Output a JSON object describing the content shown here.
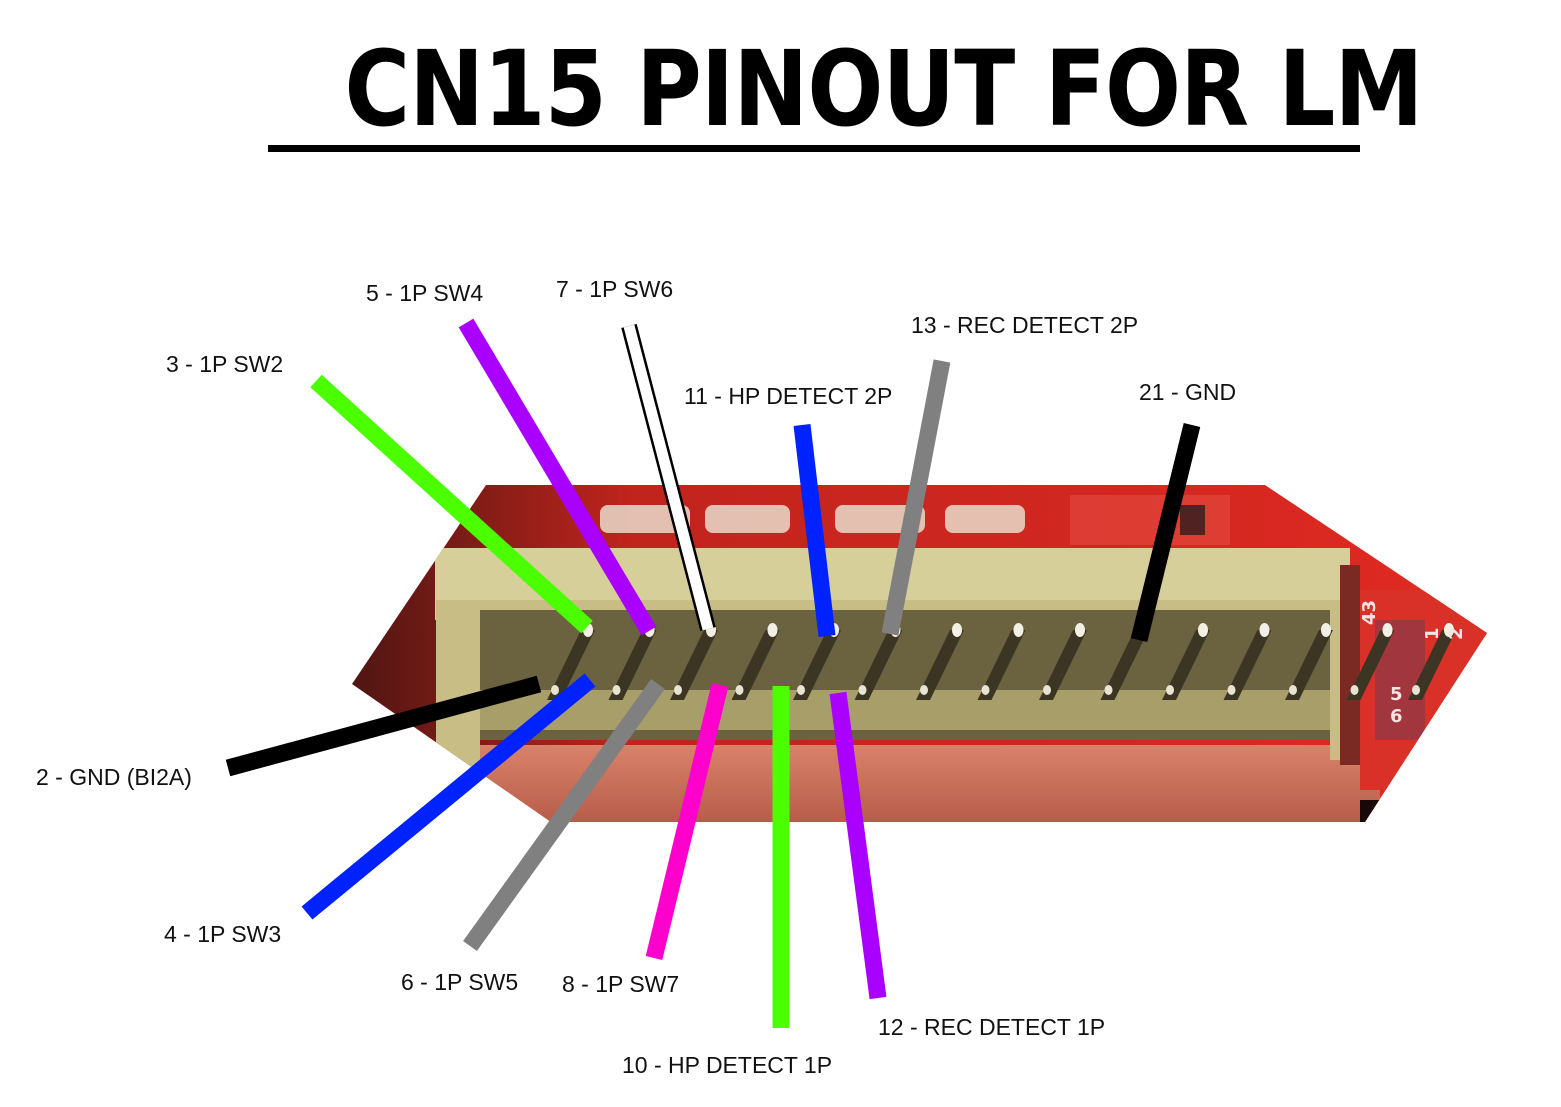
{
  "title": "CN15 PINOUT FOR LM",
  "board": {
    "description": "Photo of red PCB with beige 2-row pin header (CN15)",
    "colors": {
      "pcb": "#d8261f",
      "pcb_dark": "#5a1512",
      "header": "#cdc48e",
      "header_shadow": "#6a5f3a",
      "board_edge": "#c9705c"
    },
    "silkscreen": [
      "43",
      "1",
      "2",
      "5",
      "6"
    ]
  },
  "pins": [
    {
      "pin": "3",
      "label": "3 - 1P SW2",
      "color": "#4cff00",
      "row": "top"
    },
    {
      "pin": "5",
      "label": "5 - 1P SW4",
      "color": "#aa00ff",
      "row": "top"
    },
    {
      "pin": "7",
      "label": "7 - 1P SW6",
      "color": "#ffffff",
      "row": "top",
      "outline": "#000000"
    },
    {
      "pin": "11",
      "label": "11 - HP DETECT 2P",
      "color": "#0022ff",
      "row": "top"
    },
    {
      "pin": "13",
      "label": "13 - REC DETECT 2P",
      "color": "#808080",
      "row": "top"
    },
    {
      "pin": "21",
      "label": "21 - GND",
      "color": "#000000",
      "row": "top"
    },
    {
      "pin": "2",
      "label": "2 - GND (BI2A)",
      "color": "#000000",
      "row": "bottom"
    },
    {
      "pin": "4",
      "label": "4 - 1P SW3",
      "color": "#0022ff",
      "row": "bottom"
    },
    {
      "pin": "6",
      "label": "6 - 1P SW5",
      "color": "#808080",
      "row": "bottom"
    },
    {
      "pin": "8",
      "label": "8 - 1P SW7",
      "color": "#ff00cc",
      "row": "bottom"
    },
    {
      "pin": "10",
      "label": "10 - HP DETECT 1P",
      "color": "#4cff00",
      "row": "bottom"
    },
    {
      "pin": "12",
      "label": "12 - REC DETECT 1P",
      "color": "#aa00ff",
      "row": "bottom"
    }
  ]
}
